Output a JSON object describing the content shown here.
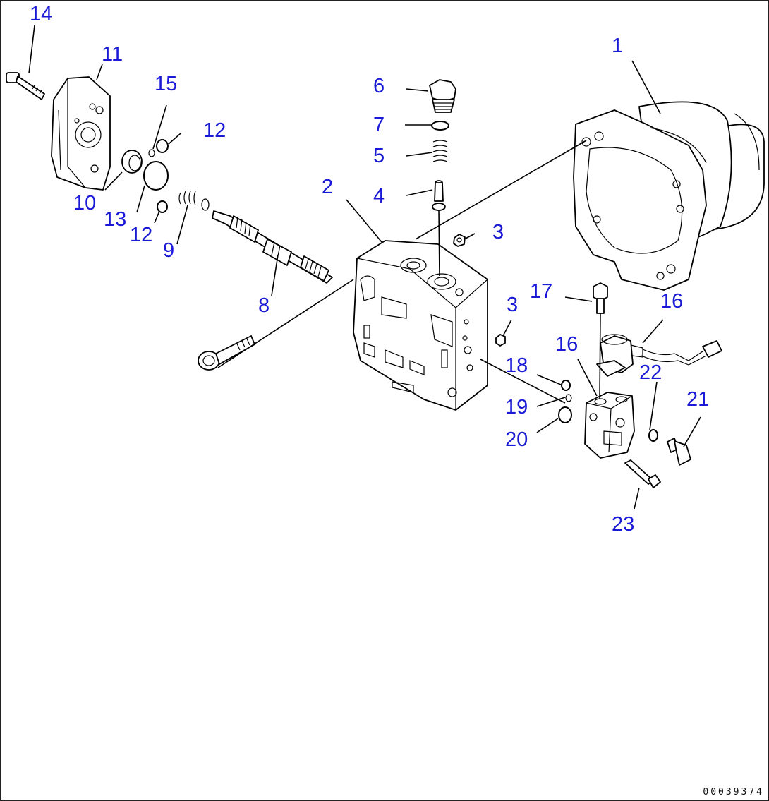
{
  "callouts": [
    {
      "id": "c1",
      "text": "1"
    },
    {
      "id": "c2",
      "text": "2"
    },
    {
      "id": "c3a",
      "text": "3"
    },
    {
      "id": "c3b",
      "text": "3"
    },
    {
      "id": "c4",
      "text": "4"
    },
    {
      "id": "c5",
      "text": "5"
    },
    {
      "id": "c6",
      "text": "6"
    },
    {
      "id": "c7",
      "text": "7"
    },
    {
      "id": "c8",
      "text": "8"
    },
    {
      "id": "c9",
      "text": "9"
    },
    {
      "id": "c10",
      "text": "10"
    },
    {
      "id": "c11",
      "text": "11"
    },
    {
      "id": "c12a",
      "text": "12"
    },
    {
      "id": "c12b",
      "text": "12"
    },
    {
      "id": "c13",
      "text": "13"
    },
    {
      "id": "c14",
      "text": "14"
    },
    {
      "id": "c15",
      "text": "15"
    },
    {
      "id": "c16a",
      "text": "16"
    },
    {
      "id": "c16b",
      "text": "16"
    },
    {
      "id": "c17",
      "text": "17"
    },
    {
      "id": "c18",
      "text": "18"
    },
    {
      "id": "c19",
      "text": "19"
    },
    {
      "id": "c20",
      "text": "20"
    },
    {
      "id": "c21",
      "text": "21"
    },
    {
      "id": "c22",
      "text": "22"
    },
    {
      "id": "c23",
      "text": "23"
    }
  ],
  "drawing_number": "00039374",
  "colors": {
    "callout": "#1a1ad6",
    "line": "#000000",
    "background": "#ffffff"
  }
}
